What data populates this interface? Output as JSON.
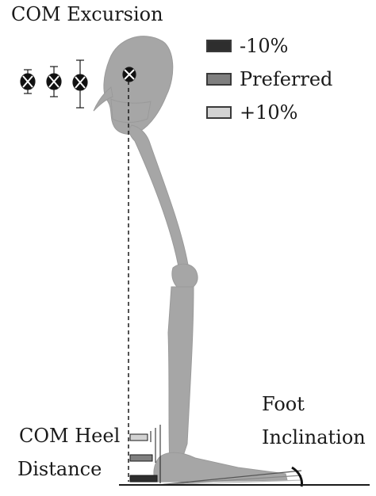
{
  "title": "COM Excursion",
  "legend": [
    {
      "label": "-10%",
      "color": "#2e2e2e"
    },
    {
      "label": "Preferred",
      "color": "#7f7f7f"
    },
    {
      "label": "+10%",
      "color": "#d3d3d3"
    }
  ],
  "labels": {
    "heel_line1": "COM Heel",
    "heel_line2": "Distance",
    "foot_line1": "Foot",
    "foot_line2": "Inclination"
  },
  "colors": {
    "skeleton": "#a6a6a6",
    "ink": "#1a1a1a"
  }
}
